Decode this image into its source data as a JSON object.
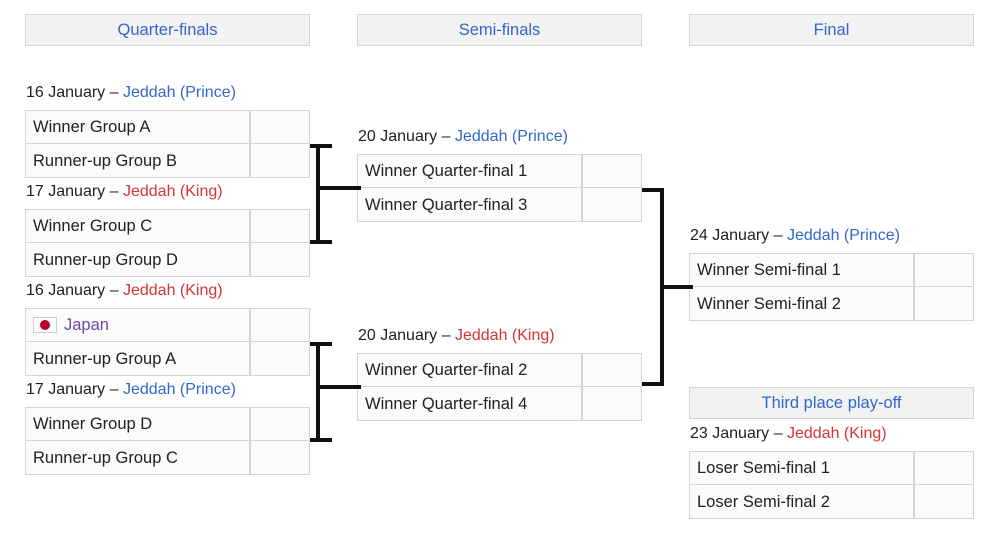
{
  "rounds": [
    {
      "label": "Quarter-finals"
    },
    {
      "label": "Semi-finals"
    },
    {
      "label": "Final"
    },
    {
      "label": "Third place play-off"
    }
  ],
  "matches": {
    "qf1": {
      "date": "16 January",
      "dash": " – ",
      "venue": "Jeddah (Prince)",
      "venue_style": "blue",
      "team1": "Winner Group A",
      "team2": "Runner-up Group B",
      "score1": "",
      "score2": ""
    },
    "qf2": {
      "date": "17 January",
      "dash": " – ",
      "venue": "Jeddah (King)",
      "venue_style": "red",
      "team1": "Winner Group C",
      "team2": "Runner-up Group D",
      "score1": "",
      "score2": ""
    },
    "qf3": {
      "date": "16 January",
      "dash": " – ",
      "venue": "Jeddah (King)",
      "venue_style": "red",
      "team1": "Japan",
      "team1_flag": "japan-flag-icon",
      "team1_style": "purple",
      "team2": "Runner-up Group A",
      "score1": "",
      "score2": ""
    },
    "qf4": {
      "date": "17 January",
      "dash": " – ",
      "venue": "Jeddah (Prince)",
      "venue_style": "blue",
      "team1": "Winner Group D",
      "team2": "Runner-up Group C",
      "score1": "",
      "score2": ""
    },
    "sf1": {
      "date": "20 January",
      "dash": " – ",
      "venue": "Jeddah (Prince)",
      "venue_style": "blue",
      "team1": "Winner Quarter-final 1",
      "team2": "Winner Quarter-final 3",
      "score1": "",
      "score2": ""
    },
    "sf2": {
      "date": "20 January",
      "dash": " – ",
      "venue": "Jeddah (King)",
      "venue_style": "red",
      "team1": "Winner Quarter-final 2",
      "team2": "Winner Quarter-final 4",
      "score1": "",
      "score2": ""
    },
    "final": {
      "date": "24 January",
      "dash": " – ",
      "venue": "Jeddah (Prince)",
      "venue_style": "blue",
      "team1": "Winner Semi-final 1",
      "team2": "Winner Semi-final 2",
      "score1": "",
      "score2": ""
    },
    "third": {
      "date": "23 January",
      "dash": " – ",
      "venue": "Jeddah (King)",
      "venue_style": "red",
      "team1": "Loser Semi-final 1",
      "team2": "Loser Semi-final 2",
      "score1": "",
      "score2": ""
    }
  },
  "colors": {
    "link_blue": "#3366cc",
    "link_red": "#d73333",
    "link_visited": "#6b4ba1",
    "header_bg": "#f2f2f2",
    "cell_border": "#d4d4d4",
    "connector": "#111111",
    "flag_disc": "#bc002d"
  }
}
